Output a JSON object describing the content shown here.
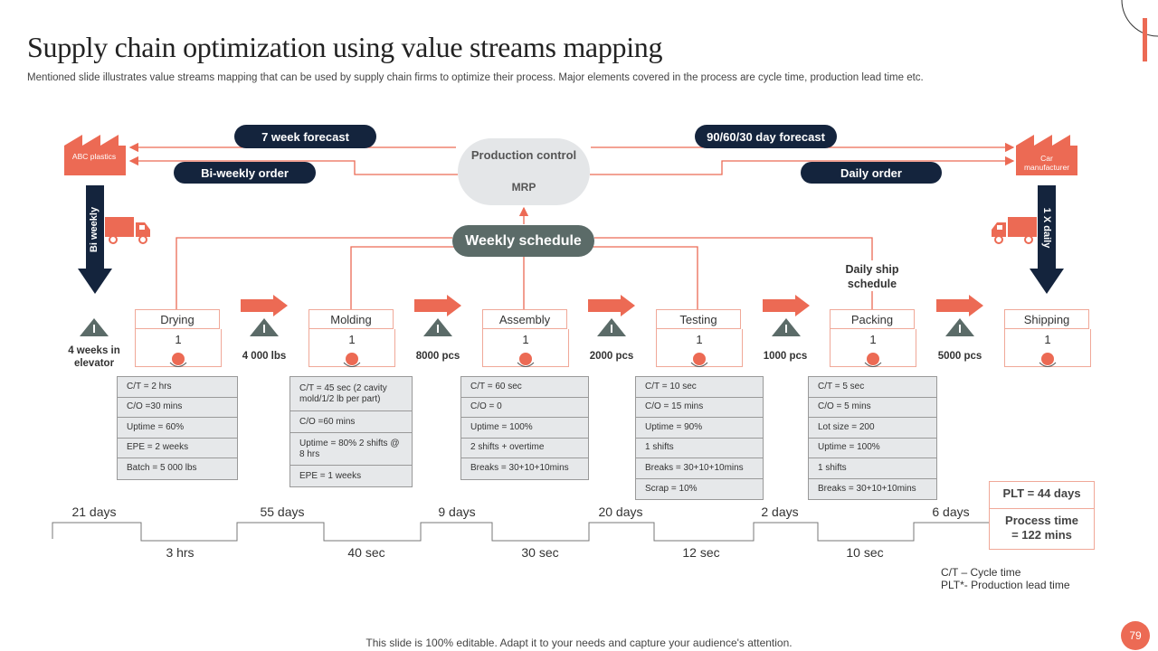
{
  "header": {
    "title": "Supply chain optimization using value streams mapping",
    "subtitle": "Mentioned slide illustrates value streams mapping that can be used by supply chain firms to optimize their process. Major elements covered in the process are cycle time, production lead time etc."
  },
  "info_flow": {
    "forecast_left": "7 week forecast",
    "order_left": "Bi-weekly order",
    "forecast_right": "90/60/30 day forecast",
    "order_right": "Daily order",
    "control_title": "Production control",
    "control_system": "MRP",
    "schedule": "Weekly schedule",
    "daily_ship": "Daily ship schedule"
  },
  "supplier": {
    "label": "ABC plastics",
    "delivery": "Bi weekly"
  },
  "customer": {
    "label": "Car manufacturer",
    "delivery": "1 X daily"
  },
  "processes": [
    {
      "name": "Drying",
      "operators": "1"
    },
    {
      "name": "Molding",
      "operators": "1"
    },
    {
      "name": "Assembly",
      "operators": "1"
    },
    {
      "name": "Testing",
      "operators": "1"
    },
    {
      "name": "Packing",
      "operators": "1"
    },
    {
      "name": "Shipping",
      "operators": "1"
    }
  ],
  "inventory": [
    {
      "label": "4 weeks in elevator"
    },
    {
      "label": "4 000 lbs"
    },
    {
      "label": "8000 pcs"
    },
    {
      "label": "2000 pcs"
    },
    {
      "label": "1000 pcs"
    },
    {
      "label": "5000 pcs"
    }
  ],
  "data_boxes": [
    {
      "rows": [
        "C/T = 2 hrs",
        "C/O =30 mins",
        "Uptime = 60%",
        "EPE = 2 weeks",
        "Batch = 5 000 lbs"
      ]
    },
    {
      "rows": [
        "C/T = 45 sec (2 cavity mold/1/2 lb per part)",
        "C/O =60 mins",
        "Uptime = 80% 2 shifts @ 8 hrs",
        "EPE = 1 weeks"
      ]
    },
    {
      "rows": [
        "C/T = 60 sec",
        "C/O = 0",
        "Uptime = 100%",
        "2 shifts + overtime",
        "Breaks = 30+10+10mins"
      ]
    },
    {
      "rows": [
        "C/T = 10 sec",
        "C/O = 15 mins",
        "Uptime = 90%",
        "1 shifts",
        "Breaks = 30+10+10mins",
        "Scrap = 10%"
      ]
    },
    {
      "rows": [
        "C/T = 5 sec",
        "C/O = 5 mins",
        "Lot size = 200",
        "Uptime = 100%",
        "1 shifts",
        "Breaks = 30+10+10mins"
      ]
    }
  ],
  "timeline": {
    "wait_times": [
      "21 days",
      "55 days",
      "9 days",
      "20 days",
      "2 days",
      "6 days"
    ],
    "process_times": [
      "3 hrs",
      "40 sec",
      "30 sec",
      "12 sec",
      "10 sec"
    ]
  },
  "summary": {
    "plt": "PLT = 44 days",
    "process_time": "Process time = 122 mins"
  },
  "legend": {
    "ct": "C/T – Cycle time",
    "plt": "PLT*- Production lead time"
  },
  "footer": {
    "note": "This slide is 100% editable. Adapt it to your needs and capture your audience's attention.",
    "page_number": "79"
  },
  "colors": {
    "accent": "#ec6a54",
    "navy": "#14243d",
    "slate": "#5b6b68",
    "data_fill": "#e6e8ea"
  }
}
